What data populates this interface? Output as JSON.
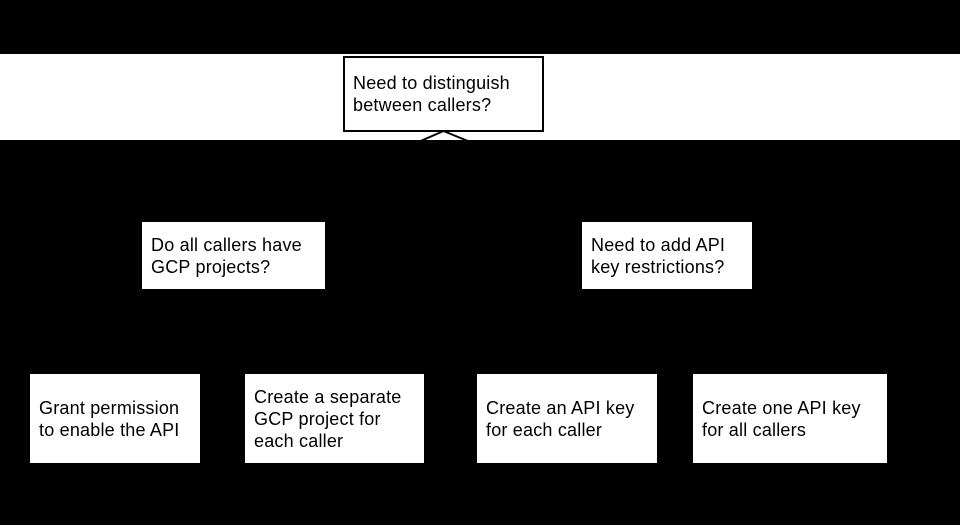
{
  "canvas": {
    "background_color": "#000000",
    "band_color": "#ffffff",
    "box_fill_color": "#ffffff",
    "line_and_text_color": "#000000"
  },
  "flowchart": {
    "root": {
      "label": "Need to distinguish\nbetween callers?"
    },
    "branches": [
      {
        "label": "Do all callers have\nGCP projects?"
      },
      {
        "label": "Need to add API\nkey restrictions?"
      }
    ],
    "leaves": [
      {
        "label": "Grant permission\nto enable the API"
      },
      {
        "label": "Create a separate\nGCP project for\neach caller"
      },
      {
        "label": "Create an API key\nfor each caller"
      },
      {
        "label": "Create one API key\nfor all callers"
      }
    ]
  }
}
